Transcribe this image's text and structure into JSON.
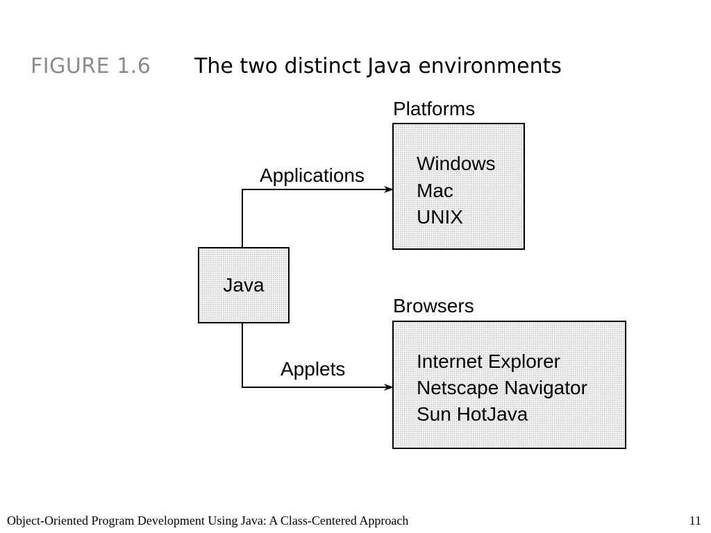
{
  "figure": {
    "label": "FIGURE 1.6",
    "title": "The two distinct Java environments"
  },
  "diagram": {
    "source": {
      "label": "Java"
    },
    "targets": [
      {
        "heading": "Platforms",
        "edge_label": "Applications",
        "items": [
          "Windows",
          "Mac",
          "UNIX"
        ]
      },
      {
        "heading": "Browsers",
        "edge_label": "Applets",
        "items": [
          "Internet Explorer",
          "Netscape Navigator",
          "Sun HotJava"
        ]
      }
    ]
  },
  "footer": {
    "text": "Object-Oriented Program Development Using Java: A Class-Centered Approach",
    "page": "11"
  },
  "colors": {
    "box_fill": "#e6e6e6",
    "stroke": "#000000",
    "label_gray": "#8a8a8a"
  }
}
